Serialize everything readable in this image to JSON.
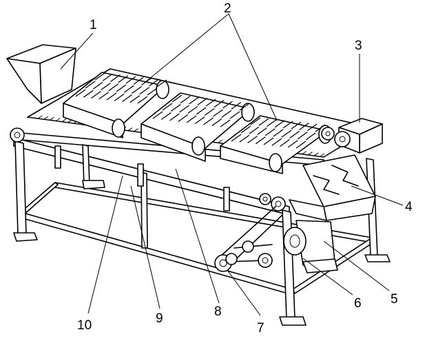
{
  "figure": {
    "callouts": [
      "1",
      "2",
      "3",
      "4",
      "5",
      "6",
      "7",
      "8",
      "9",
      "10"
    ]
  }
}
